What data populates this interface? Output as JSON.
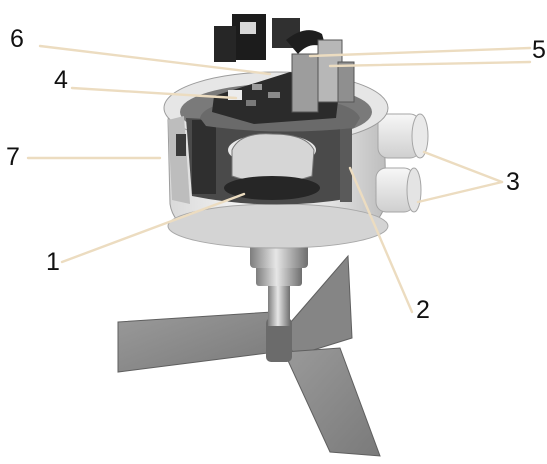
{
  "colors": {
    "background": "#ffffff",
    "leader_line": "#ecdcc0",
    "label_text": "#111111",
    "housing_light": "#f1f1f1",
    "housing_mid": "#cfcfcf",
    "housing_dark": "#8a8a8a",
    "electronics_dark": "#222222",
    "pcb": "#2b2b2b",
    "paddle": "#8e8e8e",
    "paddle_dark": "#6f6f6f",
    "shaft": "#b8b8b8"
  },
  "callouts": [
    {
      "id": "1",
      "label": "1"
    },
    {
      "id": "2",
      "label": "2"
    },
    {
      "id": "3",
      "label": "3"
    },
    {
      "id": "4",
      "label": "4"
    },
    {
      "id": "5",
      "label": "5"
    },
    {
      "id": "6",
      "label": "6"
    },
    {
      "id": "7",
      "label": "7"
    }
  ]
}
